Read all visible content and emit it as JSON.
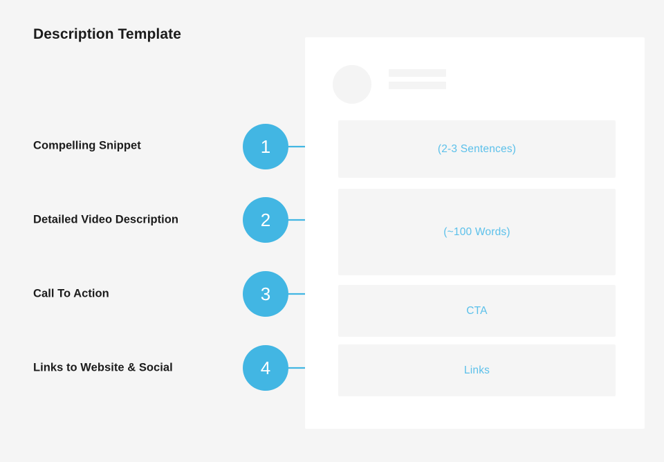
{
  "page": {
    "title": "Description Template",
    "background_color": "#f5f5f5",
    "accent_color": "#42b6e3",
    "text_color": "#1b1b1b",
    "block_text_color": "#5bc0ea",
    "card_color": "#ffffff",
    "placeholder_color": "#f4f4f4"
  },
  "steps": [
    {
      "number": "1",
      "label": "Compelling Snippet",
      "arrow_icon": "arrow-right-icon",
      "block_text": "(2-3 Sentences)"
    },
    {
      "number": "2",
      "label": "Detailed Video Description",
      "arrow_icon": "arrow-right-icon",
      "block_text": "(~100 Words)"
    },
    {
      "number": "3",
      "label": "Call To Action",
      "arrow_icon": "arrow-right-icon",
      "block_text": "CTA"
    },
    {
      "number": "4",
      "label": "Links to Website & Social",
      "arrow_icon": "arrow-right-icon",
      "block_text": "Links"
    }
  ],
  "card": {
    "header": {
      "avatar_icon": "avatar-placeholder-circle",
      "bars": [
        {
          "name": "placeholder-bar-1"
        },
        {
          "name": "placeholder-bar-2"
        }
      ]
    }
  }
}
